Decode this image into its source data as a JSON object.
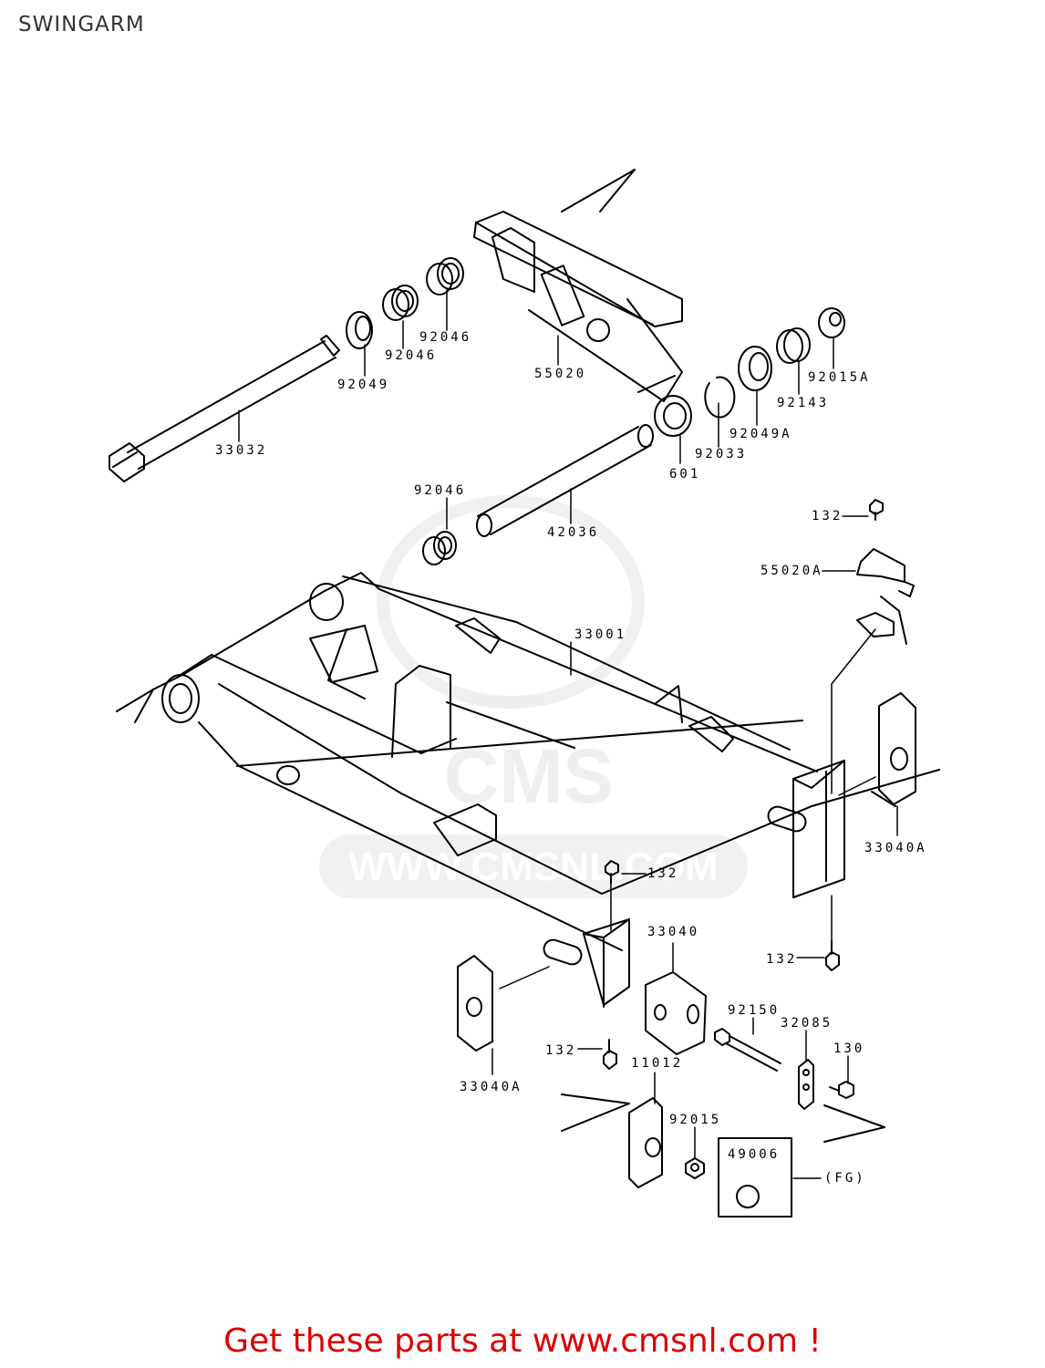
{
  "title": "SWINGARM",
  "footer": "Get these parts at www.cmsnl.com !",
  "watermark": {
    "brand": "CMS",
    "url": "WWW.CMSNL.COM"
  },
  "labels": {
    "p33032": "33032",
    "p92049": "92049",
    "p92046a": "92046",
    "p92046b": "92046",
    "p92046c": "92046",
    "p55020": "55020",
    "p92015A": "92015A",
    "p92143": "92143",
    "p92049A": "92049A",
    "p92033": "92033",
    "p601": "601",
    "p42036": "42036",
    "p132a": "132",
    "p55020A": "55020A",
    "p33001": "33001",
    "p33040A_r": "33040A",
    "p132b": "132",
    "p33040": "33040",
    "p132c": "132",
    "p92150": "92150",
    "p32085": "32085",
    "p130": "130",
    "p132d": "132",
    "p11012": "11012",
    "p33040A_l": "33040A",
    "p92015": "92015",
    "p49006": "49006",
    "pFG": "(FG)"
  }
}
